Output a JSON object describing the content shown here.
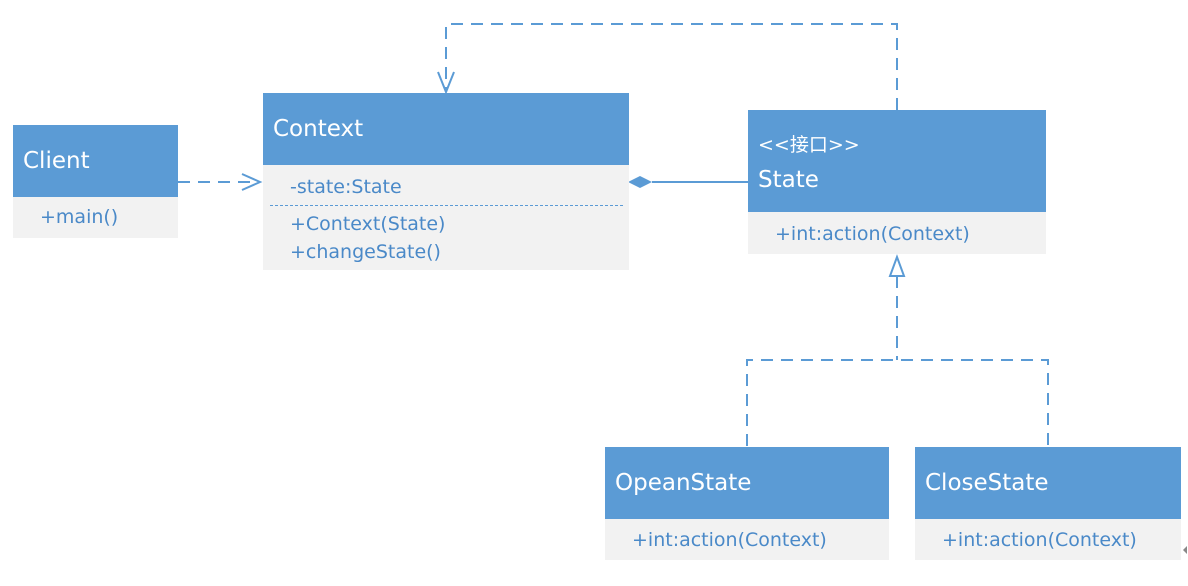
{
  "classes": {
    "client": {
      "name": "Client",
      "methods": [
        "+main()"
      ]
    },
    "context": {
      "name": "Context",
      "attributes": [
        "-state:State"
      ],
      "methods": [
        "+Context(State)",
        "+changeState()"
      ]
    },
    "state": {
      "stereotype": "<<接口>>",
      "name": "State",
      "methods": [
        "+int:action(Context)"
      ]
    },
    "open_state": {
      "name": "OpeanState",
      "methods": [
        "+int:action(Context)"
      ]
    },
    "close_state": {
      "name": "CloseState",
      "methods": [
        "+int:action(Context)"
      ]
    }
  },
  "colors": {
    "header": "#5b9bd5",
    "body": "#f2f2f2",
    "text": "#4a89c8",
    "line": "#5b9bd5"
  }
}
